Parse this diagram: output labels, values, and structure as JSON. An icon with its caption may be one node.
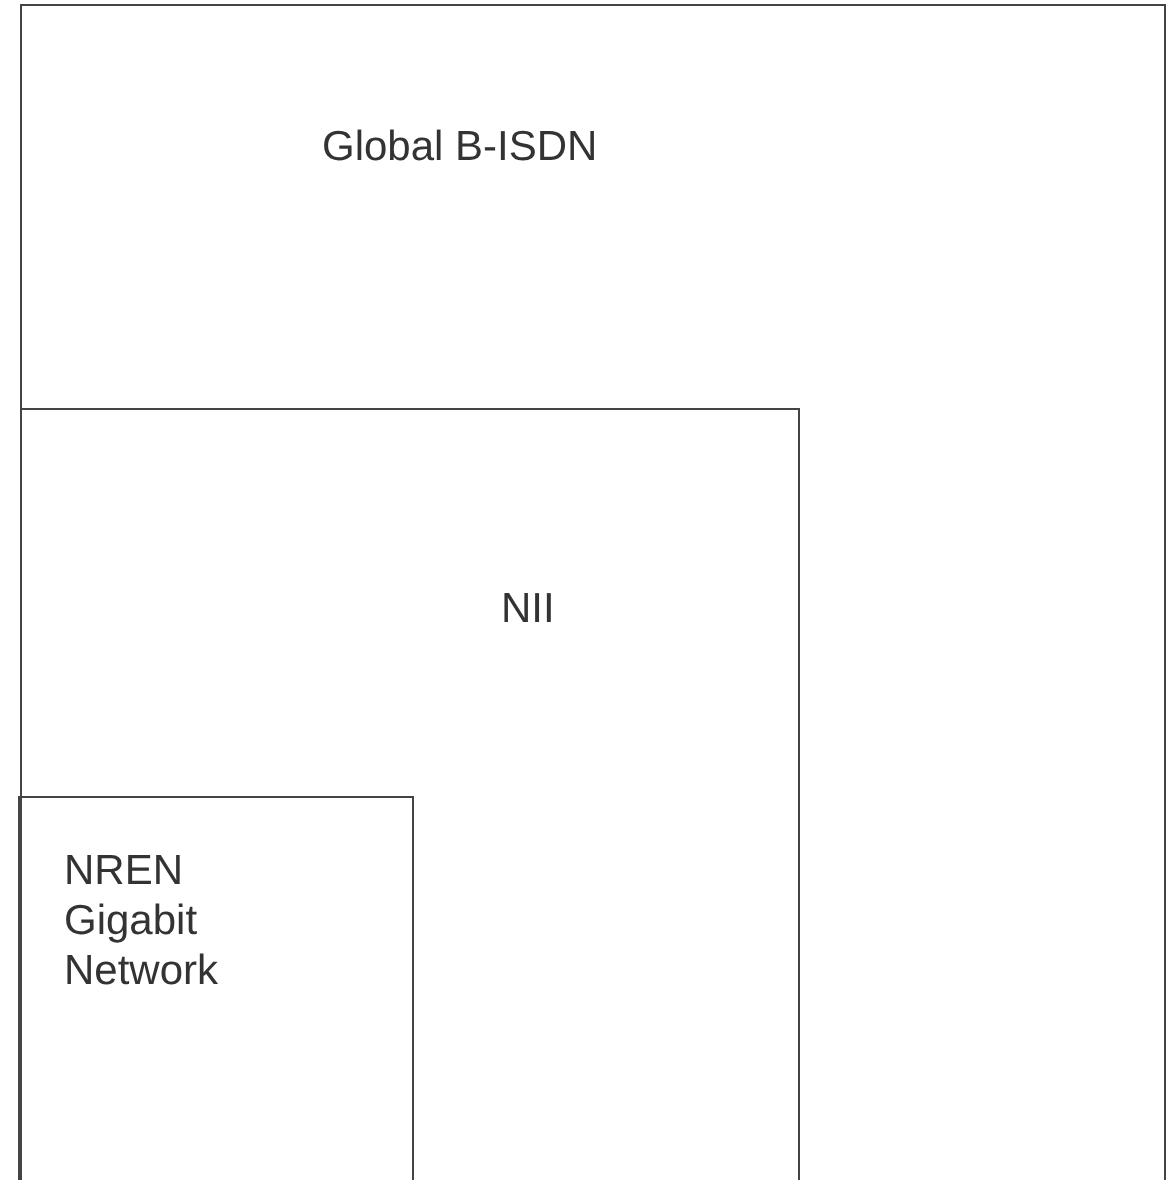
{
  "diagram": {
    "nodes": [
      {
        "text": [
          "Global B-ISDN"
        ]
      },
      {
        "text": [
          "NII"
        ],
        "in": 0
      },
      {
        "text": [
          "NREN Gigabit Network"
        ],
        "in": 1
      }
    ]
  }
}
